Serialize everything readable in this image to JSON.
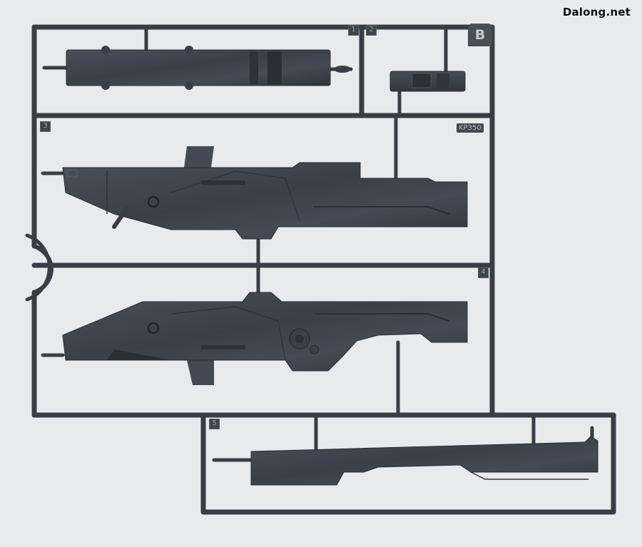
{
  "watermark": "Dalong.net",
  "runner_letter": "B",
  "runner_code": "KP350",
  "part_numbers": [
    "1",
    "2",
    "3",
    "4",
    "5"
  ],
  "colors": {
    "background": "#e9eaec",
    "plastic": "#3d414a",
    "plastic_dark": "#2e3139",
    "plastic_highlight": "#5a5f69"
  }
}
